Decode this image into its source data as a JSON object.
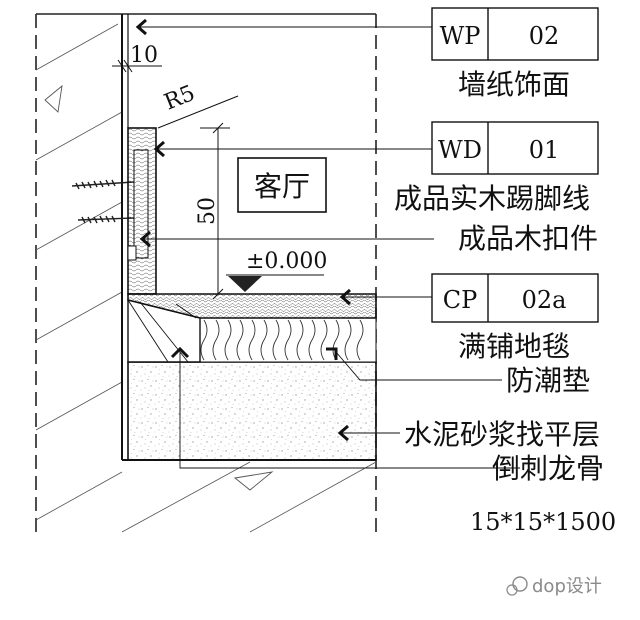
{
  "dimensions": {
    "wall_gap": "10",
    "radius": "R5",
    "height": "50"
  },
  "room_label": "客厅",
  "level": "±0.000",
  "tags": [
    {
      "code": "WP",
      "num": "02",
      "label": "墙纸饰面"
    },
    {
      "code": "WD",
      "num": "01",
      "label": "成品实木踢脚线"
    },
    {
      "code": "CP",
      "num": "02a",
      "label": "满铺地毯"
    }
  ],
  "labels": {
    "wood_clip": "成品木扣件",
    "moisture_pad": "防潮垫",
    "screed": "水泥砂浆找平层",
    "keel": "倒刺龙骨",
    "keel_size": "15*15*1500"
  },
  "watermark": "dop设计"
}
